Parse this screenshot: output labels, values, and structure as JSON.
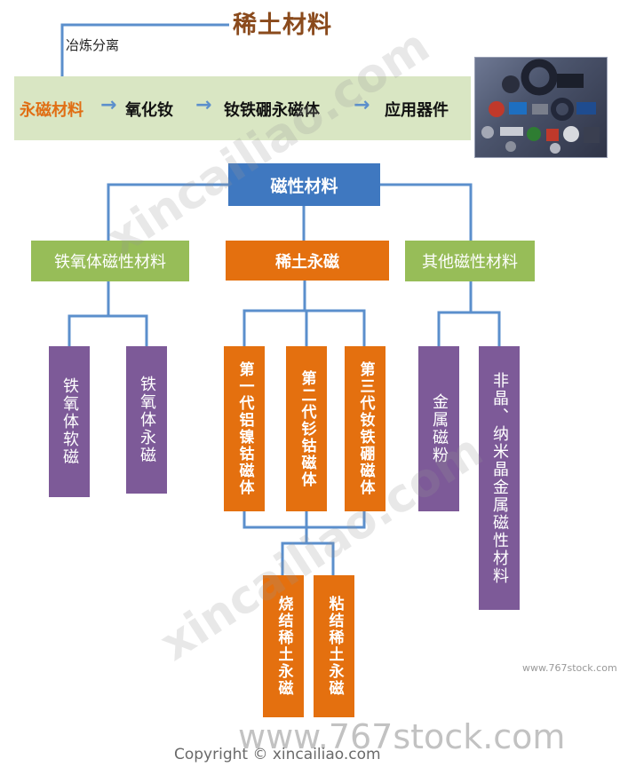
{
  "title": "稀土材料",
  "subtitle": "冶炼分离",
  "chain": {
    "items": [
      "永磁材料",
      "氧化钕",
      "钕铁硼永磁体",
      "应用器件"
    ],
    "arrow": "→"
  },
  "nodes": {
    "root": "磁性材料",
    "ferrite": "铁氧体磁性材料",
    "rare_earth": "稀土永磁",
    "other": "其他磁性材料",
    "ferrite_soft": "铁氧体软磁",
    "ferrite_perm": "铁氧体永磁",
    "gen1": "第一代铝镍钴磁体",
    "gen2": "第二代钐钴磁体",
    "gen3": "第三代钕铁硼磁体",
    "metal_powder": "金属磁粉",
    "amorphous": "非晶、纳米晶金属磁性材料",
    "sintered": "烧结稀土永磁",
    "bonded": "粘结稀土永磁"
  },
  "watermarks": {
    "main": "xincailiao.com",
    "stock": "www.767stock.com",
    "stock_small": "www.767stock.com"
  },
  "copyright": "Copyright © xincailiao.com",
  "colors": {
    "title": "#8a4a1c",
    "accent_orange": "#e4700f",
    "blue": "#3f78c0",
    "green": "#97bd58",
    "purple": "#7d5a98",
    "band": "#d9e6c3",
    "connector": "#5b8fcc"
  }
}
